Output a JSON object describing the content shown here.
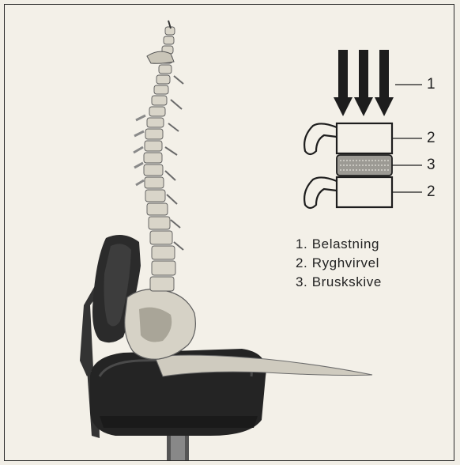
{
  "figure": {
    "callouts": [
      {
        "number": "1"
      },
      {
        "number": "2"
      },
      {
        "number": "3"
      },
      {
        "number": "2"
      }
    ],
    "legend": [
      {
        "label": "1.  Belastning"
      },
      {
        "label": "2.  Ryghvirvel"
      },
      {
        "label": "3.  Bruskskive"
      }
    ],
    "colors": {
      "ink": "#1d1d1d",
      "paper": "#f3f0e8",
      "bone": "#d6d2c6",
      "chair": "#2b2b2b"
    },
    "illustration": "spine-on-chair-photo"
  }
}
